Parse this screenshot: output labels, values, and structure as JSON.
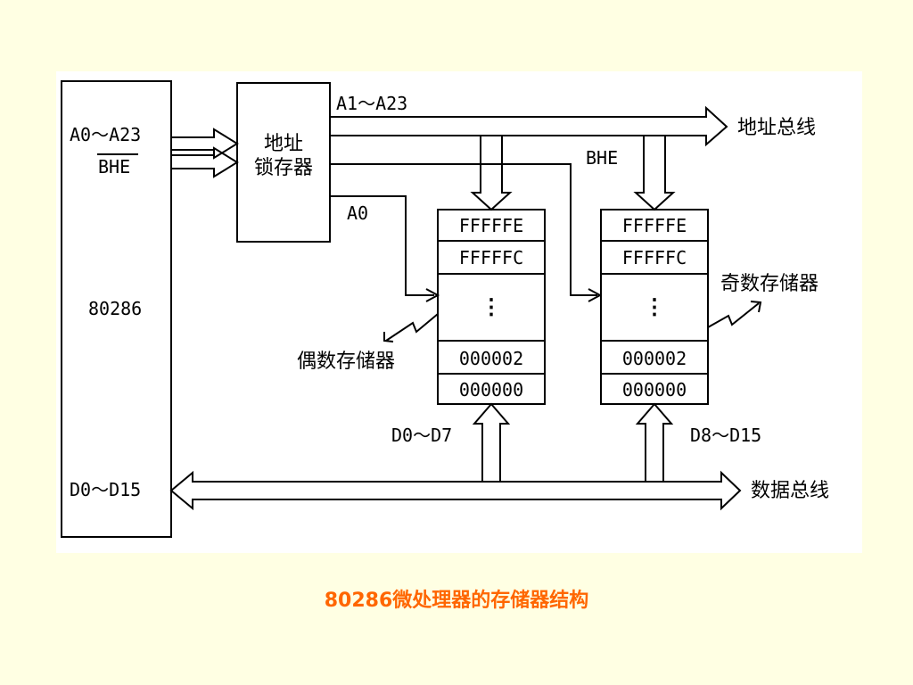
{
  "diagram": {
    "cpu": {
      "name": "80286",
      "address_pins": "A0～A23",
      "bhe_pin": "BHE",
      "data_pins": "D0～D15"
    },
    "latch": {
      "line1": "地址",
      "line2": "锁存器"
    },
    "signals": {
      "a1_a23": "A1～A23",
      "a0": "A0",
      "bhe": "BHE",
      "d0_d7": "D0～D7",
      "d8_d15": "D8～D15"
    },
    "buses": {
      "address_bus": "地址总线",
      "data_bus": "数据总线"
    },
    "even_memory": {
      "label": "偶数存储器",
      "cells": [
        "FFFFFE",
        "FFFFFC",
        "⋮",
        "000002",
        "000000"
      ]
    },
    "odd_memory": {
      "label": "奇数存储器",
      "cells": [
        "FFFFFE",
        "FFFFFC",
        "⋮",
        "000002",
        "000000"
      ]
    }
  },
  "caption": "80286微处理器的存储器结构",
  "colors": {
    "background": "#FFFFE3",
    "panel": "#FFFFFF",
    "caption": "#FF6600",
    "lines": "#000000"
  }
}
